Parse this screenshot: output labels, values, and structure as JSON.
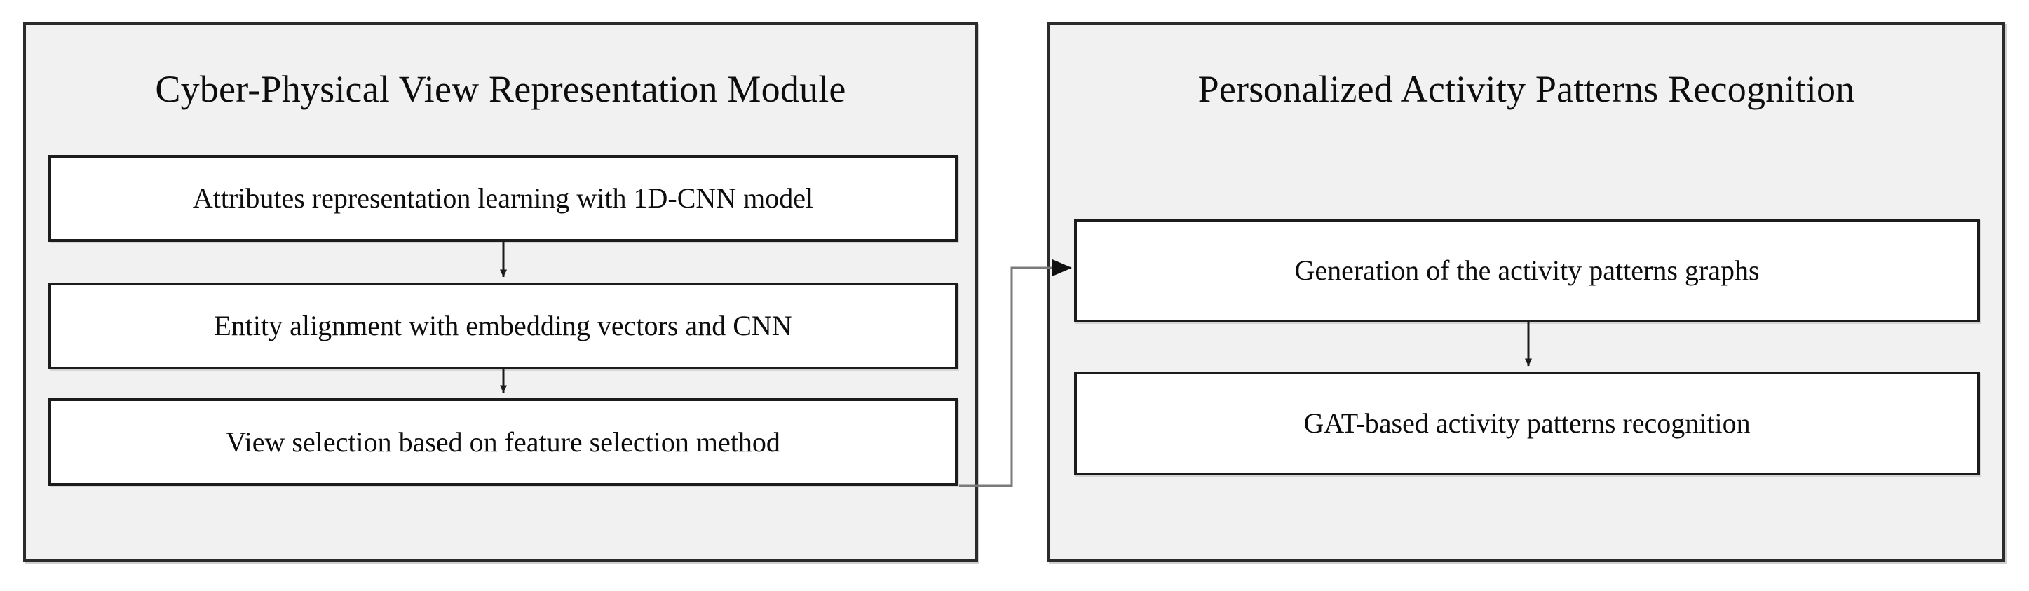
{
  "figure": {
    "type": "flow-diagram",
    "background_color": "#ffffff",
    "panel_fill_color": "#f1f1f1",
    "box_fill_color": "#ffffff",
    "line_color": "#1c1c1c",
    "connector_color": "#6e6e6e"
  },
  "panels": [
    {
      "id": "cyber-physical-view-representation-module",
      "title": "Cyber-Physical View Representation Module",
      "steps": [
        {
          "id": "attributes-representation-learning",
          "label": "Attributes representation learning with 1D-CNN model"
        },
        {
          "id": "entity-alignment",
          "label": "Entity alignment with embedding vectors and CNN"
        },
        {
          "id": "view-selection",
          "label": "View selection based on feature selection method"
        }
      ]
    },
    {
      "id": "personalized-activity-patterns-recognition",
      "title": "Personalized Activity Patterns Recognition",
      "steps": [
        {
          "id": "generation-of-activity-patterns-graphs",
          "label": "Generation of the activity patterns graphs"
        },
        {
          "id": "gat-based-activity-patterns-recognition",
          "label": "GAT-based activity patterns recognition"
        }
      ]
    }
  ],
  "connectors": [
    {
      "id": "l1-to-l2",
      "from": "attributes-representation-learning",
      "to": "entity-alignment",
      "style": "vertical-arrow"
    },
    {
      "id": "l2-to-l3",
      "from": "entity-alignment",
      "to": "view-selection",
      "style": "vertical-arrow"
    },
    {
      "id": "l3-to-r1",
      "from": "view-selection",
      "to": "generation-of-activity-patterns-graphs",
      "style": "orthogonal-arrow"
    },
    {
      "id": "r1-to-r2",
      "from": "generation-of-activity-patterns-graphs",
      "to": "gat-based-activity-patterns-recognition",
      "style": "vertical-arrow"
    }
  ]
}
